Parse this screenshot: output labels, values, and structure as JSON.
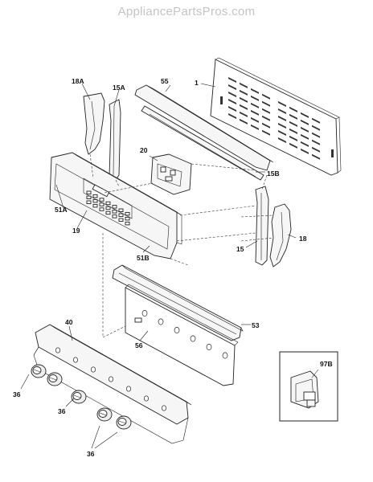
{
  "watermark": "AppliancePartsPros.com",
  "labels": {
    "l1": "1",
    "l15": "15",
    "l15A": "15A",
    "l15B": "15B",
    "l18": "18",
    "l18A": "18A",
    "l19": "19",
    "l20": "20",
    "l36a": "36",
    "l36b": "36",
    "l36c": "36",
    "l40": "40",
    "l51A": "51A",
    "l51B": "51B",
    "l53": "53",
    "l55": "55",
    "l56": "56",
    "l97B": "97B"
  }
}
